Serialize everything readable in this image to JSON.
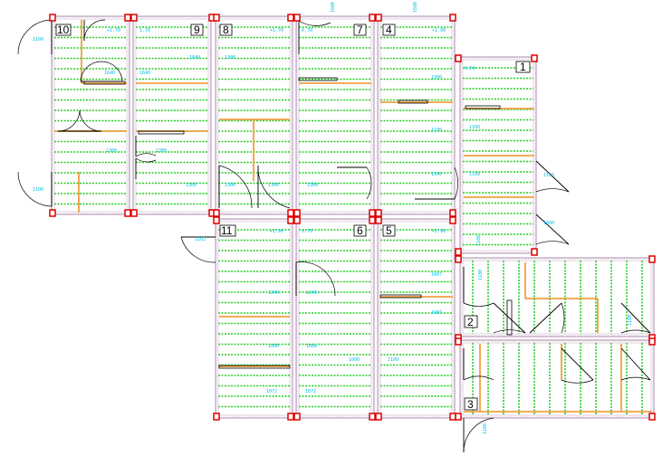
{
  "colors": {
    "wall": "#c0a0c0",
    "joist": "#22cc22",
    "beam": "#f0a040",
    "dim": "#00bfe8",
    "post": "#dd0000",
    "door": "#000000"
  },
  "rooms": [
    {
      "id": "r10",
      "label": "10",
      "tag": "+1.70"
    },
    {
      "id": "r9",
      "label": "9",
      "tag": "1.70"
    },
    {
      "id": "r8",
      "label": "8",
      "tag": "+1.70"
    },
    {
      "id": "r7",
      "label": "7",
      "tag": "0.70"
    },
    {
      "id": "r4",
      "label": "4",
      "tag": "+1.90"
    },
    {
      "id": "r1",
      "label": "1",
      "tag": "0.50"
    },
    {
      "id": "r11",
      "label": "11",
      "tag": "+1.90"
    },
    {
      "id": "r6",
      "label": "6",
      "tag": "0.70"
    },
    {
      "id": "r5",
      "label": "5",
      "tag": "+1.90"
    },
    {
      "id": "r2",
      "label": "2",
      "tag": ""
    },
    {
      "id": "r3",
      "label": "3",
      "tag": ""
    }
  ],
  "dimensions": [
    "1100",
    "1640",
    "1640",
    "1640",
    "1300",
    "1300",
    "1300",
    "1100",
    "1300",
    "1300",
    "1300",
    "1300",
    "1300",
    "1100",
    "1100",
    "1100",
    "1100",
    "1000",
    "1100",
    "1102",
    "1200",
    "1200",
    "1007",
    "1007",
    "1000",
    "1000",
    "1000",
    "1072",
    "1072",
    "1100",
    "1100",
    "1100",
    "1600",
    "1600"
  ]
}
